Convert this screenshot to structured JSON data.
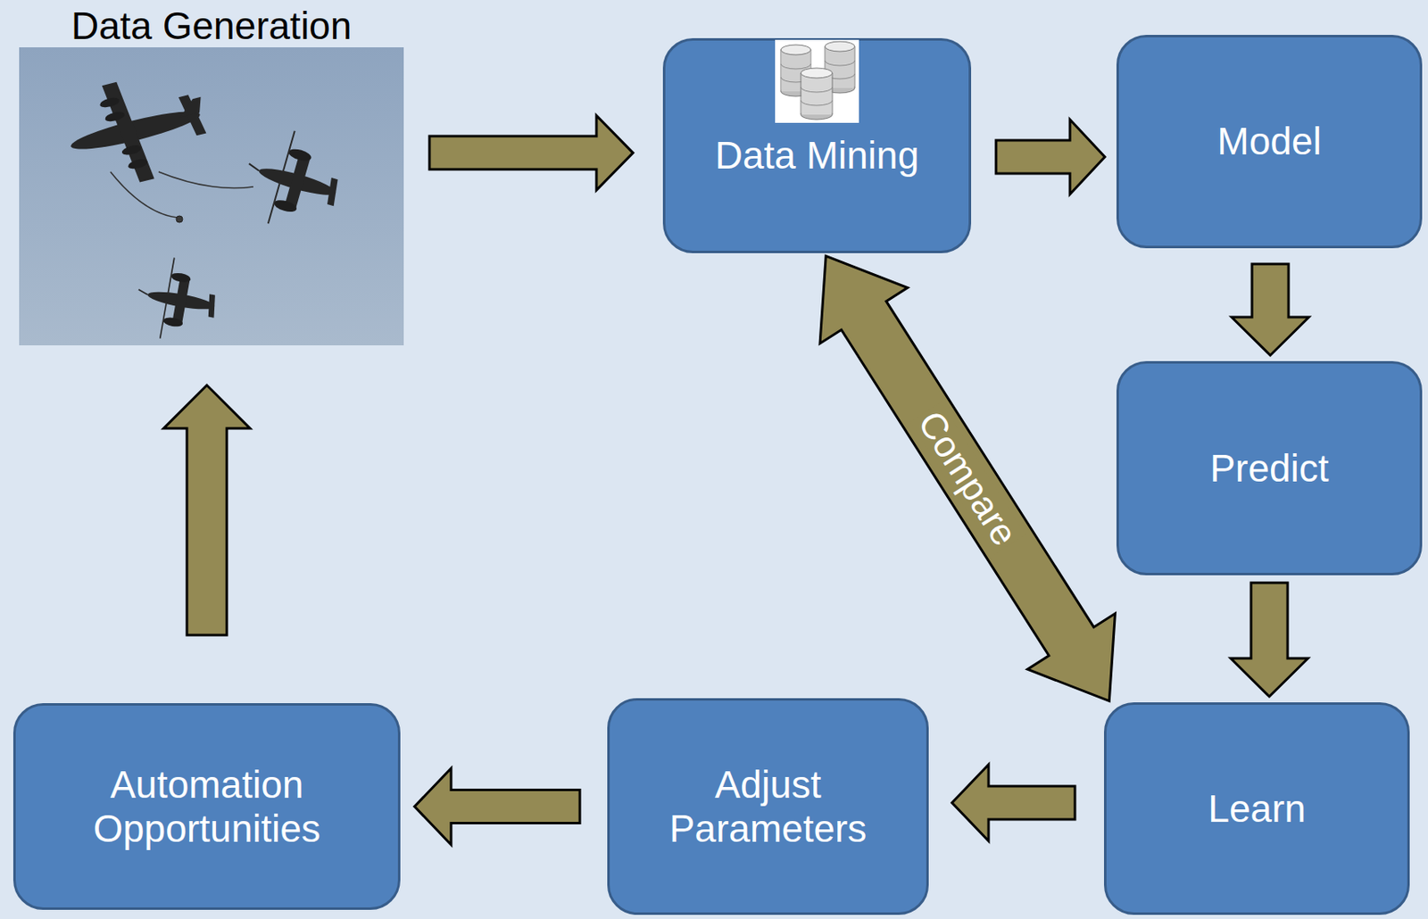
{
  "diagram": {
    "nodes": [
      {
        "text": [
          "Data Generation"
        ]
      },
      {
        "text": [
          "Data Mining"
        ]
      },
      {
        "text": [
          "Model"
        ]
      },
      {
        "text": [
          "Predict"
        ]
      },
      {
        "text": [
          "Learn"
        ]
      },
      {
        "text": [
          "Adjust Parameters"
        ]
      },
      {
        "text": [
          "Automation Opportunities"
        ]
      }
    ],
    "edges": [
      {
        "from": 0,
        "to": 1,
        "arrow": "to"
      },
      {
        "from": 1,
        "to": 2,
        "arrow": "to"
      },
      {
        "from": 2,
        "to": 3,
        "arrow": "to"
      },
      {
        "from": 3,
        "to": 4,
        "arrow": "to"
      },
      {
        "from": 1,
        "to": 4,
        "label": "Compare",
        "arrow": "both"
      },
      {
        "from": 4,
        "to": 5,
        "arrow": "to"
      },
      {
        "from": 5,
        "to": 6,
        "arrow": "to"
      },
      {
        "from": 6,
        "to": 0,
        "arrow": "to"
      }
    ]
  }
}
